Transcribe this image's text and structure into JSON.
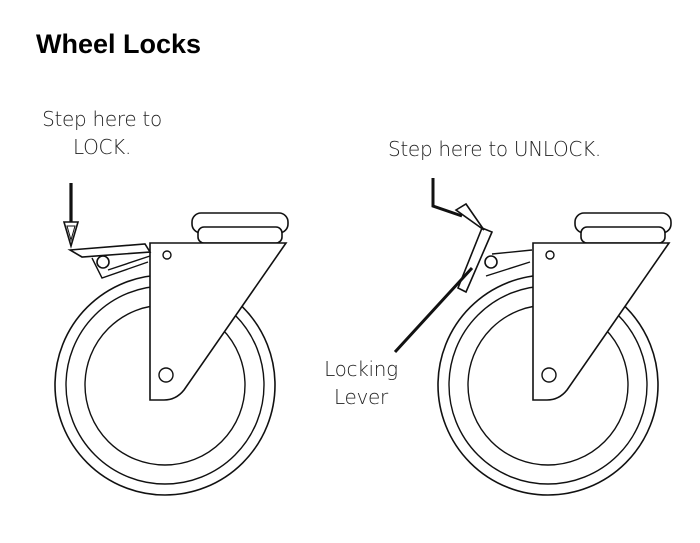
{
  "page": {
    "title": "Wheel Locks"
  },
  "labels": {
    "lock_line1": "Step here to",
    "lock_line2": "LOCK.",
    "unlock": "Step here to UNLOCK.",
    "lever_line1": "Locking",
    "lever_line2": "Lever"
  },
  "colors": {
    "ink": "#111111",
    "background": "#ffffff"
  },
  "icons": {
    "lock_pointer": "arrow-down-icon",
    "unlock_pointer": "arrow-down-right-icon"
  }
}
